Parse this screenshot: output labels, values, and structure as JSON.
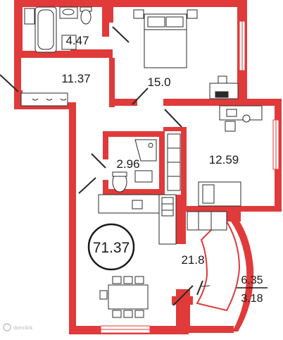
{
  "plan": {
    "total_area": "71.37",
    "rooms": {
      "bathroom": "4.47",
      "hallway": "11.37",
      "bedroom": "15.0",
      "wc": "2.96",
      "second_room": "12.59",
      "living_kitchen": "21.8"
    },
    "balcony": {
      "area": "6.35",
      "reduced_area": "3.18"
    },
    "colors": {
      "wall": "#e03a3a",
      "line": "#2a2a2a",
      "background": "#ffffff"
    },
    "watermark": {
      "icon": "logo-mark-icon",
      "text": "domclick"
    }
  }
}
